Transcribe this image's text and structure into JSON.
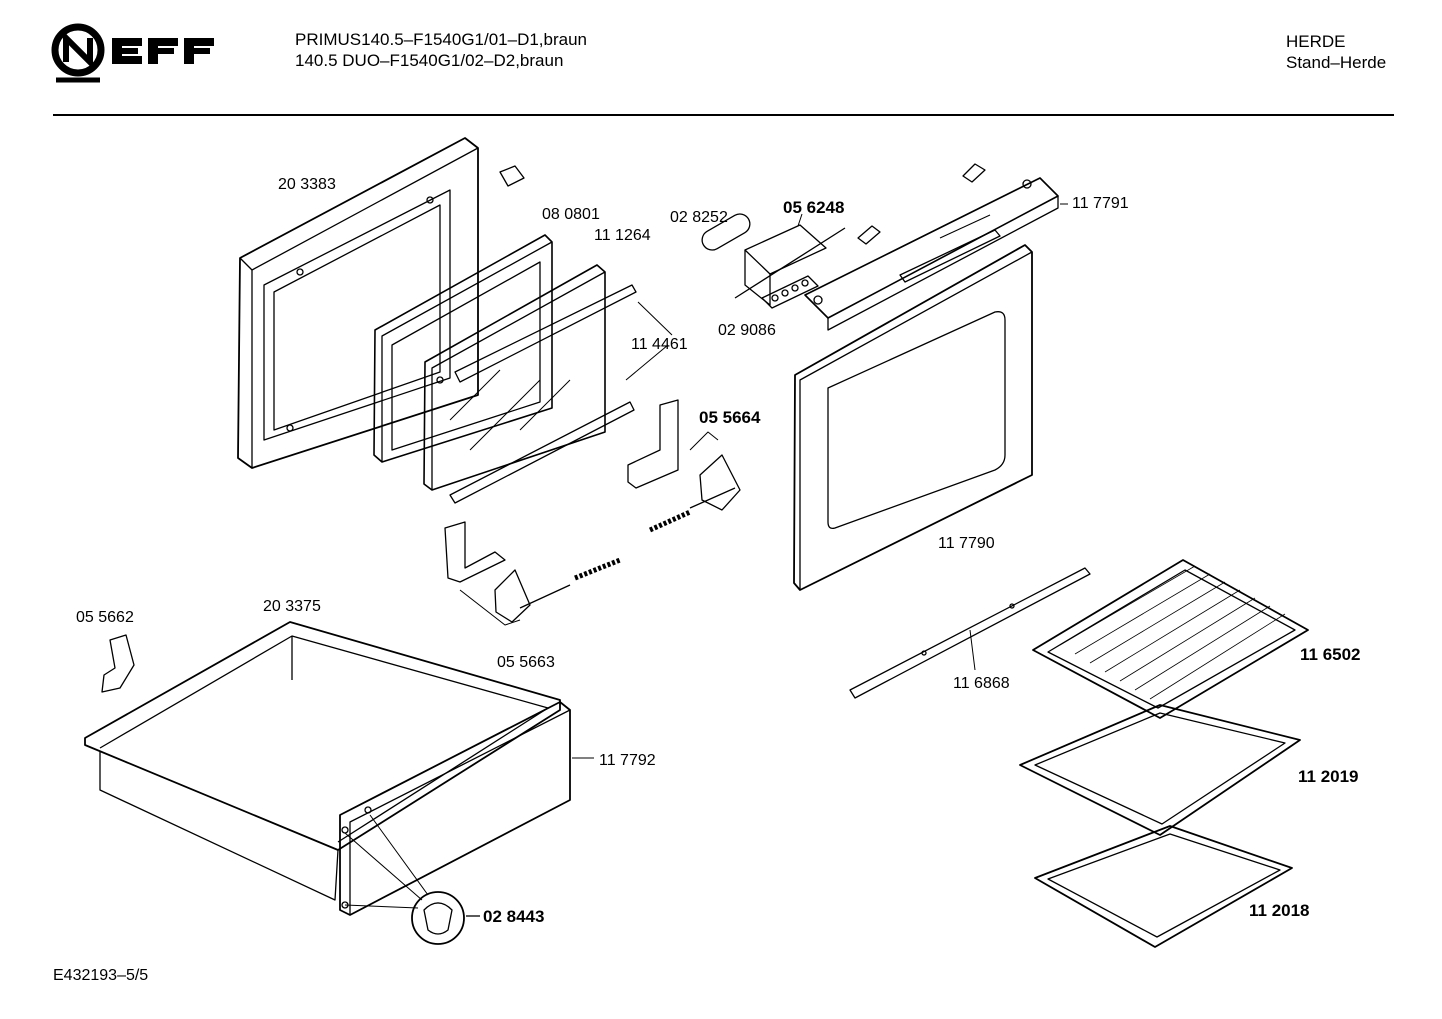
{
  "brand": {
    "name": "NEFF",
    "icon": "neff-logo-icon"
  },
  "header": {
    "models": [
      "PRIMUS140.5–F1540G1/01–D1,braun",
      "140.5 DUO–F1540G1/02–D2,braun"
    ],
    "category": "HERDE",
    "subcategory": "Stand–Herde"
  },
  "parts": [
    {
      "id": "p1",
      "number": "20 3383",
      "bold": false
    },
    {
      "id": "p2",
      "number": "08 0801",
      "bold": false
    },
    {
      "id": "p3",
      "number": "11 1264",
      "bold": false
    },
    {
      "id": "p4",
      "number": "02 8252",
      "bold": false
    },
    {
      "id": "p5",
      "number": "05 6248",
      "bold": true
    },
    {
      "id": "p6",
      "number": "11 7791",
      "bold": false
    },
    {
      "id": "p7",
      "number": "02 9086",
      "bold": false
    },
    {
      "id": "p8",
      "number": "11 4461",
      "bold": false
    },
    {
      "id": "p9",
      "number": "05 5664",
      "bold": true
    },
    {
      "id": "p10",
      "number": "11 7790",
      "bold": false
    },
    {
      "id": "p11",
      "number": "05 5662",
      "bold": false
    },
    {
      "id": "p12",
      "number": "20 3375",
      "bold": false
    },
    {
      "id": "p13",
      "number": "05 5663",
      "bold": false
    },
    {
      "id": "p14",
      "number": "11 6868",
      "bold": false
    },
    {
      "id": "p15",
      "number": "11 6502",
      "bold": true
    },
    {
      "id": "p16",
      "number": "11 7792",
      "bold": false
    },
    {
      "id": "p17",
      "number": "11 2019",
      "bold": true
    },
    {
      "id": "p18",
      "number": "02 8443",
      "bold": true
    },
    {
      "id": "p19",
      "number": "11 2018",
      "bold": true
    }
  ],
  "footer": {
    "drawing_id": "E432193–5/5"
  }
}
